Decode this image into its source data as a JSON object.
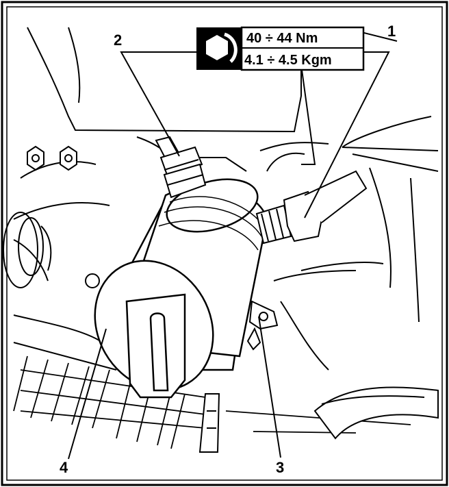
{
  "torque_spec": {
    "icon": "wrench-nut-icon",
    "line1": "40 ÷ 44 Nm",
    "line2": "4.1 ÷ 4.5 Kgm"
  },
  "callouts": {
    "c1": "1",
    "c2": "2",
    "c3": "3",
    "c4": "4"
  },
  "colors": {
    "ink": "#000000",
    "paper": "#ffffff"
  }
}
